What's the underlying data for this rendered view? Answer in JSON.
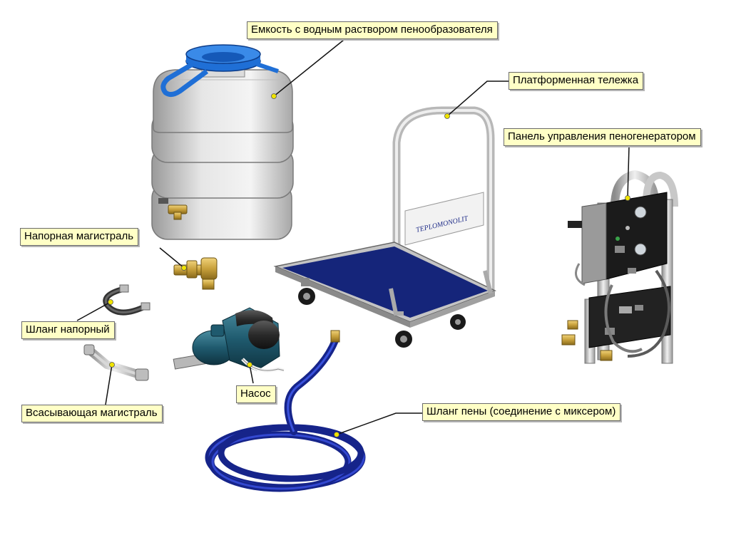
{
  "labels": {
    "tank": "Емкость с водным раствором пенообразователя",
    "trolley": "Платформенная тележка",
    "panel": "Панель управления пеногенератором",
    "pressure_line": "Напорная магистраль",
    "pressure_hose": "Шланг напорный",
    "suction_line": "Всасывающая магистраль",
    "pump": "Насос",
    "foam_hose": "Шланг пены (соединение с миксером)"
  },
  "trolley_sign": "TEPLOMONOLIT",
  "colors": {
    "label_bg": "#ffffc6",
    "label_border": "#6b6b6b",
    "leader_dot": "#f0e400",
    "tank_body": "#e0e0e0",
    "tank_cap": "#1f6fd6",
    "hose": "#2236b8",
    "platform": "#15257a",
    "pump": "#1f5a6e",
    "brass": "#c8a13c"
  }
}
